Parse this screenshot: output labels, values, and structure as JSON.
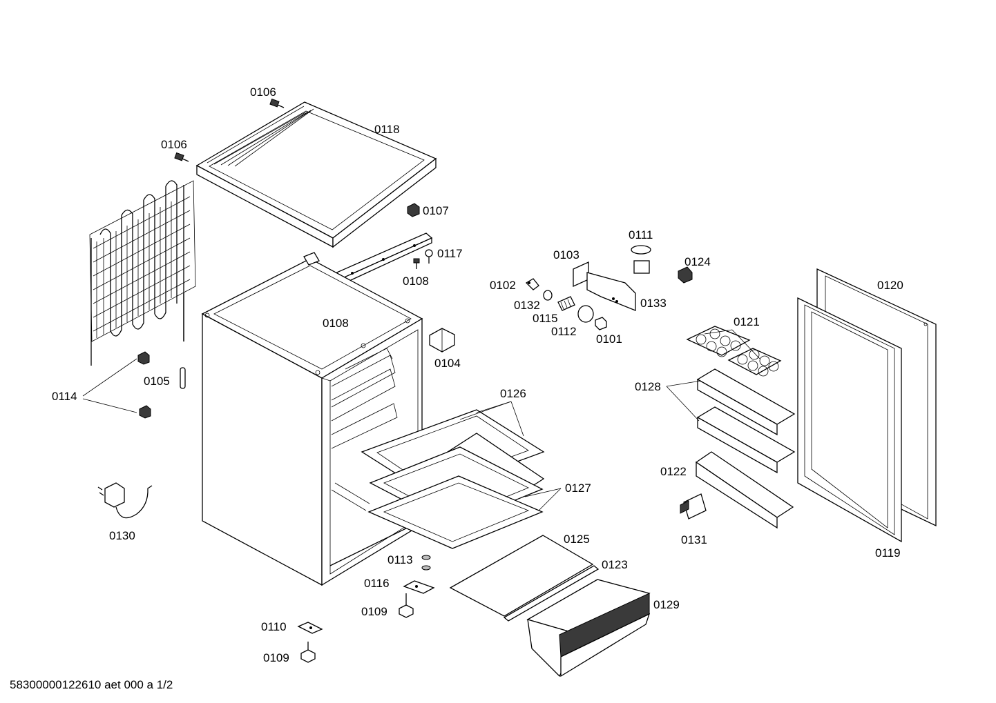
{
  "labels": {
    "p0101": "0101",
    "p0102": "0102",
    "p0103": "0103",
    "p0104": "0104",
    "p0105": "0105",
    "p0106_top": "0106",
    "p0106_left": "0106",
    "p0107": "0107",
    "p0108_right": "0108",
    "p0108_bottom": "0108",
    "p0109_upper": "0109",
    "p0109_lower": "0109",
    "p0110": "0110",
    "p0111": "0111",
    "p0112": "0112",
    "p0113": "0113",
    "p0114": "0114",
    "p0115": "0115",
    "p0116": "0116",
    "p0117": "0117",
    "p0118": "0118",
    "p0119": "0119",
    "p0120": "0120",
    "p0121": "0121",
    "p0122": "0122",
    "p0123": "0123",
    "p0124": "0124",
    "p0125": "0125",
    "p0126": "0126",
    "p0127": "0127",
    "p0128": "0128",
    "p0129": "0129",
    "p0130": "0130",
    "p0131": "0131",
    "p0132": "0132",
    "p0133": "0133"
  },
  "footer": {
    "document_code": "58300000122610 aet 000 a 1/2"
  }
}
